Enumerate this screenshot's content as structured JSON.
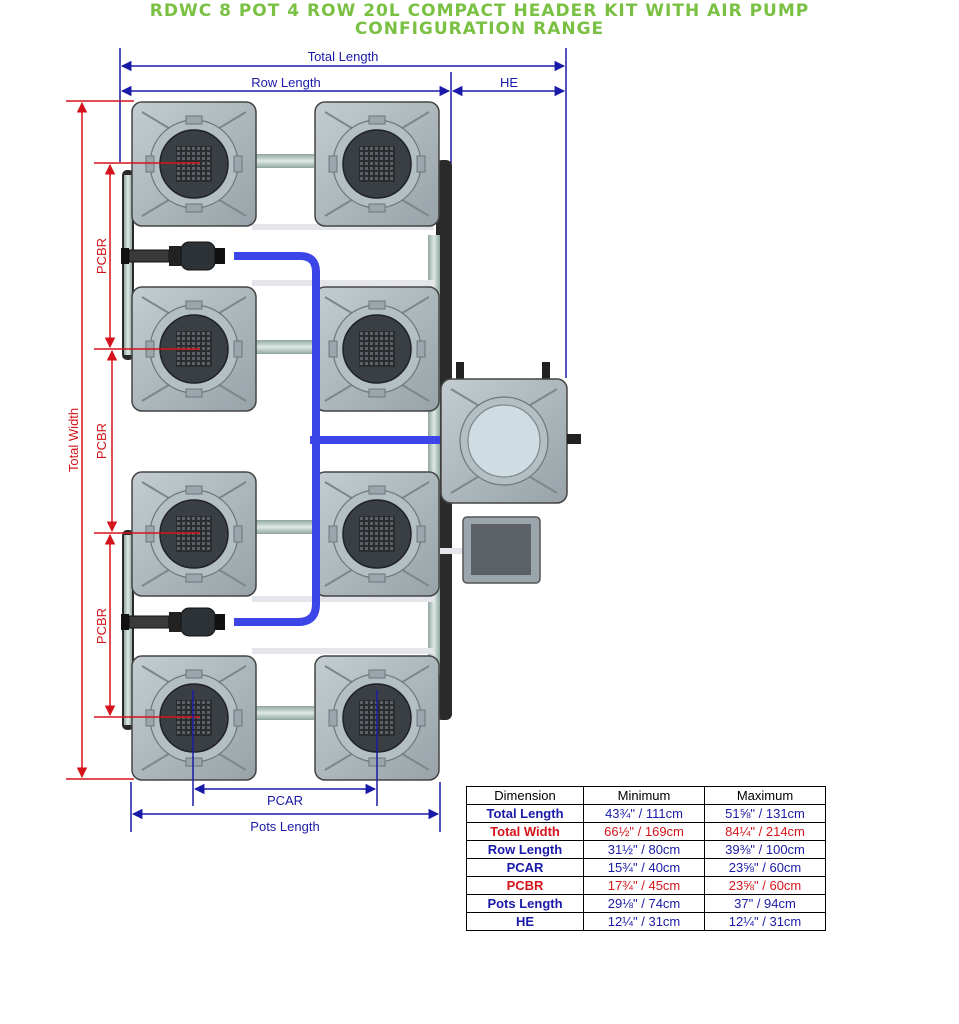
{
  "title": {
    "line1": "RDWC 8 POT 4 ROW 20L COMPACT HEADER KIT WITH AIR PUMP",
    "line2": "CONFIGURATION RANGE"
  },
  "colors": {
    "title": "#7ac143",
    "length_dimension": "#1a1aa8",
    "width_dimension": "#d4141a",
    "air_line": "#3b45e8"
  },
  "labels": {
    "total_length": "Total Length",
    "row_length": "Row Length",
    "he": "HE",
    "total_width": "Total Width",
    "pcbr": "PCBR",
    "pcar": "PCAR",
    "pots_length": "Pots Length"
  },
  "table": {
    "headers": [
      "Dimension",
      "Minimum",
      "Maximum"
    ],
    "rows": [
      {
        "name": "Total Length",
        "min": "43¾\" / 111cm",
        "max": "51⅝\" / 131cm",
        "color": "#1a1aa8"
      },
      {
        "name": "Total Width",
        "min": "66½\" / 169cm",
        "max": "84¼\" / 214cm",
        "color": "#d4141a"
      },
      {
        "name": "Row Length",
        "min": "31½\" / 80cm",
        "max": "39⅜\" / 100cm",
        "color": "#1a1aa8"
      },
      {
        "name": "PCAR",
        "min": "15¾\" / 40cm",
        "max": "23⅝\" / 60cm",
        "color": "#1a1aa8"
      },
      {
        "name": "PCBR",
        "min": "17¾\" / 45cm",
        "max": "23⅝\" / 60cm",
        "color": "#d4141a"
      },
      {
        "name": "Pots Length",
        "min": "29⅛\" / 74cm",
        "max": "37\" / 94cm",
        "color": "#1a1aa8"
      },
      {
        "name": "HE",
        "min": "12¼\" / 31cm",
        "max": "12¼\" / 31cm",
        "color": "#1a1aa8"
      }
    ]
  }
}
